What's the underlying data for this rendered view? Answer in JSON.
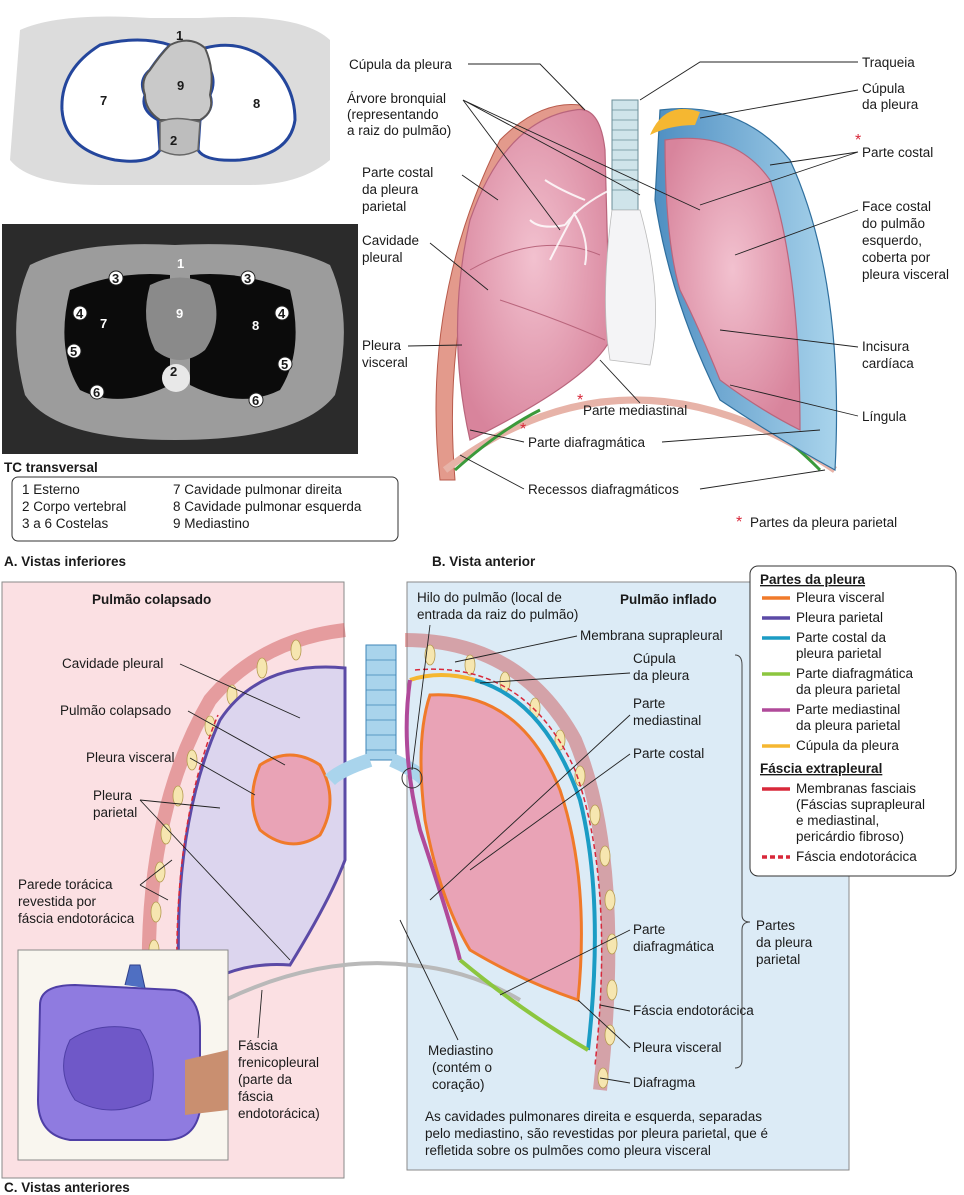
{
  "panelA": {
    "caption": "A. Vistas inferiores",
    "ct_title": "TC transversal",
    "top_numbers": [
      "1",
      "9",
      "7",
      "8",
      "2"
    ],
    "ct_numbers": [
      "1",
      "9",
      "7",
      "8",
      "2",
      "3",
      "3",
      "4",
      "4",
      "5",
      "5",
      "6",
      "6"
    ],
    "legend_col1": [
      "1 Esterno",
      "2 Corpo vertebral",
      "3 a 6 Costelas"
    ],
    "legend_col2": [
      "7 Cavidade pulmonar direita",
      "8 Cavidade pulmonar esquerda",
      "9 Mediastino"
    ]
  },
  "panelB": {
    "caption": "B. Vista anterior",
    "left_labels": {
      "cupula": "Cúpula da pleura",
      "arvore": [
        "Árvore bronquial",
        "(representando",
        "a raiz do pulmão)"
      ],
      "parte_costal": [
        "Parte costal",
        "da pleura",
        "parietal"
      ],
      "cavidade": [
        "Cavidade",
        "pleural"
      ],
      "pleura_visceral": [
        "Pleura",
        "visceral"
      ]
    },
    "right_labels": {
      "traqueia": "Traqueia",
      "cupula": [
        "Cúpula",
        "da pleura"
      ],
      "parte_costal": "Parte costal",
      "face_costal": [
        "Face costal",
        "do pulmão",
        "esquerdo,",
        "coberta por",
        "pleura visceral"
      ],
      "incisura": [
        "Incisura",
        "cardíaca"
      ],
      "lingula": "Língula"
    },
    "bottom_labels": {
      "mediastinal": "Parte mediastinal",
      "diafragmatica": "Parte diafragmática",
      "recessos": "Recessos diafragmáticos"
    },
    "asterisk": "*",
    "asterisk_note": "Partes da pleura parietal"
  },
  "panelC": {
    "caption": "C. Vistas anteriores",
    "left_title": "Pulmão colapsado",
    "right_title": "Pulmão inflado",
    "left_labels": {
      "cavidade": "Cavidade pleural",
      "pulmao": "Pulmão colapsado",
      "pleura_visceral": "Pleura visceral",
      "pleura_parietal": [
        "Pleura",
        "parietal"
      ],
      "parede": [
        "Parede torácica",
        "revestida por",
        "fáscia endotorácica"
      ],
      "frenico": [
        "Fáscia",
        "frenicopleural",
        "(parte da",
        "fáscia",
        "endotorácica)"
      ],
      "mediastino": [
        "Mediastino",
        "(contém o",
        "coração)"
      ]
    },
    "right_labels": {
      "hilo": [
        "Hilo do pulmão (local de",
        "entrada da raiz do pulmão)"
      ],
      "membrana": "Membrana suprapleural",
      "cupula": [
        "Cúpula",
        "da pleura"
      ],
      "mediastinal": [
        "Parte",
        "mediastinal"
      ],
      "costal": "Parte costal",
      "diafragmatica": [
        "Parte",
        "diafragmática"
      ],
      "fascia_endo": "Fáscia endotorácica",
      "pleura_visceral": "Pleura visceral",
      "diafragma": "Diafragma",
      "partes_parietal": [
        "Partes",
        "da pleura",
        "parietal"
      ]
    },
    "note": [
      "As cavidades pulmonares direita e esquerda, separadas",
      "pelo mediastino, são revestidas por pleura parietal, que é",
      "refletida sobre os pulmões como pleura visceral"
    ],
    "legend": {
      "title1": "Partes da pleura",
      "items1": [
        {
          "label": [
            "Pleura visceral"
          ],
          "color": "#f07a2a"
        },
        {
          "label": [
            "Pleura parietal"
          ],
          "color": "#5b4aa6"
        },
        {
          "label": [
            "Parte costal da",
            "pleura parietal"
          ],
          "color": "#1b9cc4"
        },
        {
          "label": [
            "Parte diafragmática",
            "da pleura parietal"
          ],
          "color": "#8cc63f"
        },
        {
          "label": [
            "Parte mediastinal",
            "da pleura parietal"
          ],
          "color": "#b04a9a"
        },
        {
          "label": [
            "Cúpula da pleura"
          ],
          "color": "#f5b731"
        }
      ],
      "title2": "Fáscia extrapleural",
      "items2": [
        {
          "label": [
            "Membranas fasciais",
            "(Fáscias suprapleural",
            "e mediastinal,",
            "pericárdio fibroso)"
          ],
          "color": "#d8283a",
          "dashed": false
        },
        {
          "label": [
            "Fáscia endotorácica"
          ],
          "color": "#d8283a",
          "dashed": true
        }
      ]
    }
  },
  "colors": {
    "lung_pink": "#e9a3b6",
    "pleura_blue": "#6fb2d6",
    "panelC_left_bg": "#fbe0e3",
    "panelC_right_bg": "#dcebf6",
    "asterisk": "#d8283a"
  }
}
